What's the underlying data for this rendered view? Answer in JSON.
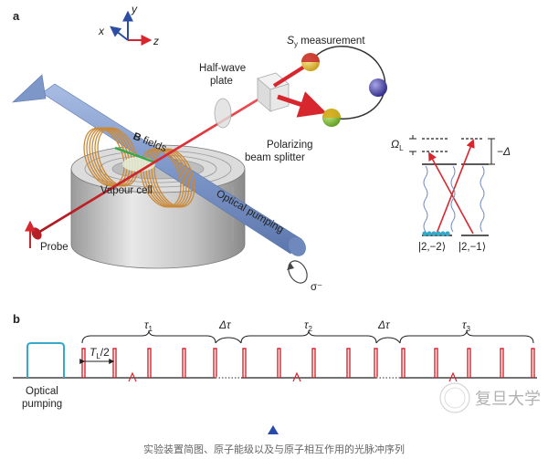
{
  "panel_a": {
    "panel_label": "a",
    "axes": {
      "x": "x",
      "y": "y",
      "z": "z"
    },
    "labels": {
      "sy_prefix": "S",
      "sy_sub": "y",
      "sy_suffix": " measurement",
      "half_wave_1": "Half-wave",
      "half_wave_2": "plate",
      "b_bold": "B",
      "b_rest": " fields",
      "polarizing_1": "Polarizing",
      "polarizing_2": "beam splitter",
      "vapour_cell": "Vapour cell",
      "optical_pumping": "Optical pumping",
      "probe": "Probe",
      "sigma": "σ⁻"
    },
    "levels": {
      "omega": "Ω",
      "omega_sub": "L",
      "delta": "−Δ",
      "state_left": "|2,−2⟩",
      "state_right": "|2,−1⟩"
    },
    "colors": {
      "beam_red": "#d8262e",
      "pump_blue": "#7e97c9",
      "coil_orange": "#c98a3a",
      "axis_blue": "#2d4fa3",
      "axis_red": "#c8282e"
    }
  },
  "panel_b": {
    "panel_label": "b",
    "tau_1": "τ",
    "tau_1_sub": "1",
    "tau_2": "τ",
    "tau_2_sub": "2",
    "tau_3": "τ",
    "tau_3_sub": "3",
    "delta_tau_1": "Δτ",
    "delta_tau_2": "Δτ",
    "half_period": "T",
    "half_period_sub": "L",
    "half_period_suffix": "/2",
    "optical_1": "Optical",
    "optical_2": "pumping",
    "colors": {
      "pulse_red": "#d8262e",
      "pump_cyan": "#36a8c8"
    }
  },
  "watermark": "复旦大学",
  "caption": "实验装置简图、原子能级以及与原子相互作用的光脉冲序列"
}
